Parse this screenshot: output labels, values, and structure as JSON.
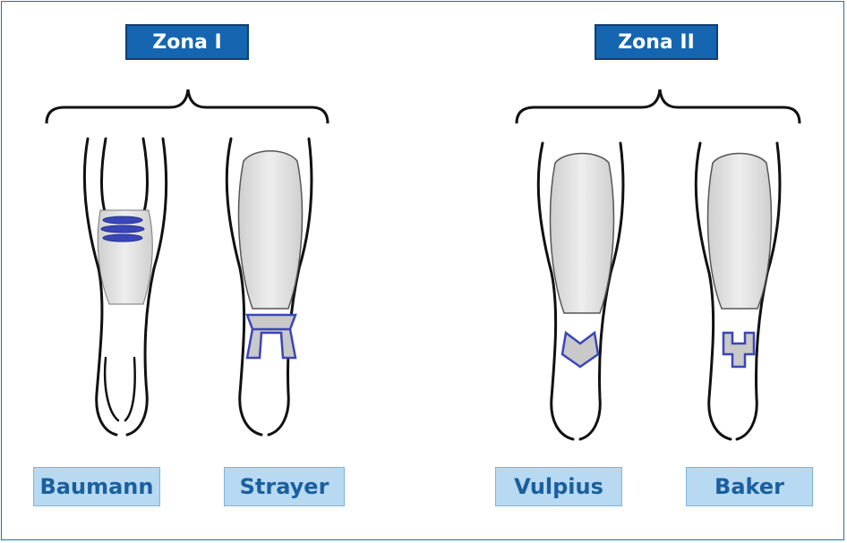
{
  "zones": [
    {
      "label": "Zona I"
    },
    {
      "label": "Zona II"
    }
  ],
  "procedures": [
    {
      "label": "Baumann"
    },
    {
      "label": "Strayer"
    },
    {
      "label": "Vulpius"
    },
    {
      "label": "Baker"
    }
  ],
  "colors": {
    "zone_fill": "#1565b0",
    "label_fill": "#b7d9f2",
    "label_text": "#1a5f9e",
    "incision": "#3a46b8"
  }
}
